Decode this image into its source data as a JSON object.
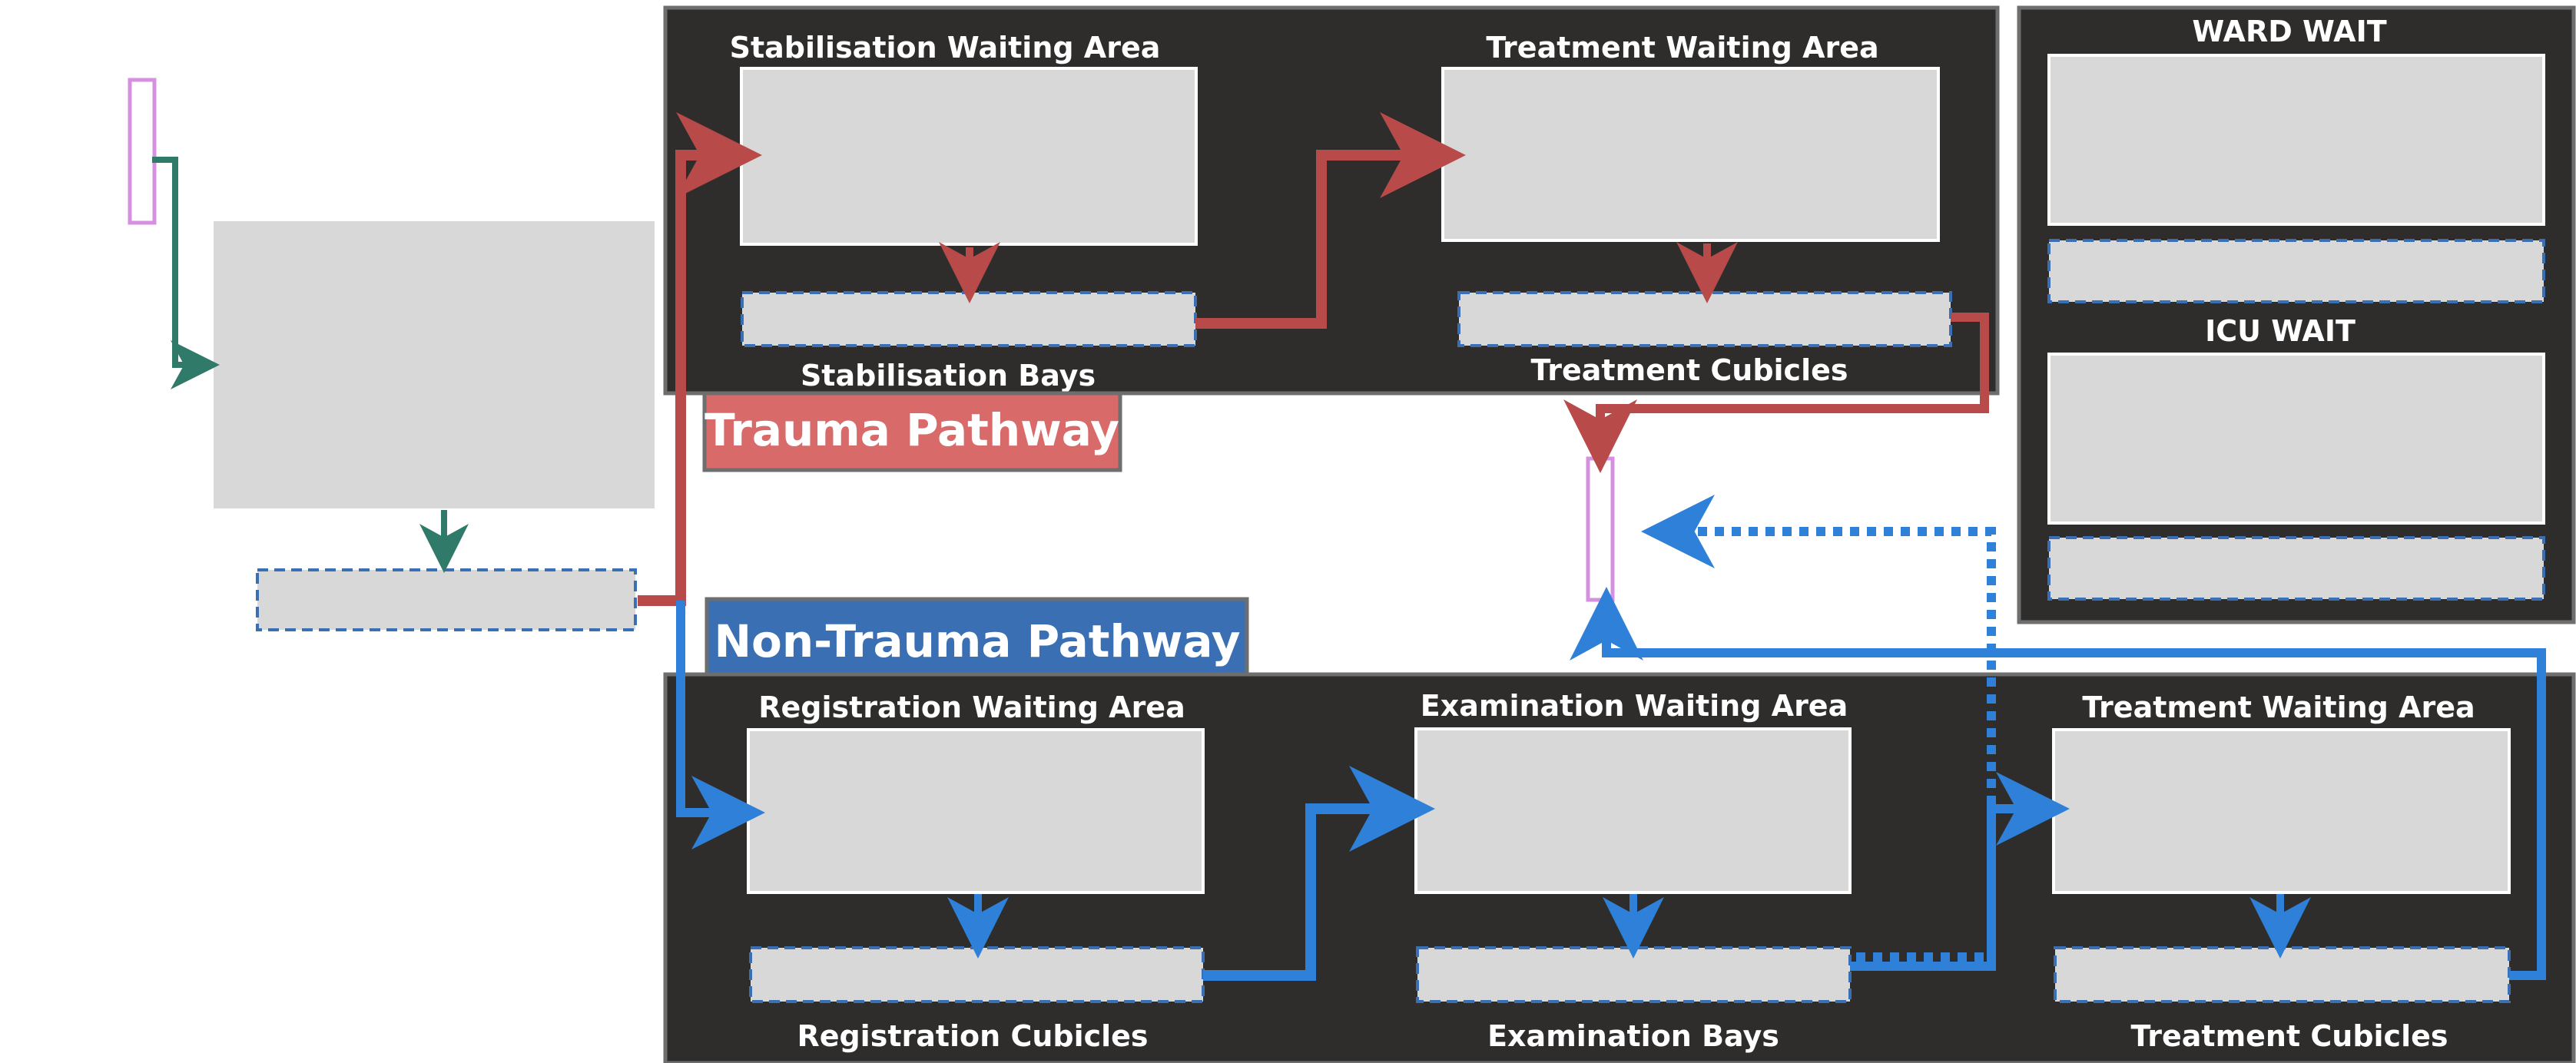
{
  "trauma": {
    "pathway_title": "Trauma Pathway",
    "stabilisation_waiting_area": "Stabilisation Waiting Area",
    "stabilisation_bays": "Stabilisation Bays",
    "treatment_waiting_area": "Treatment Waiting Area",
    "treatment_cubicles": "Treatment Cubicles"
  },
  "non_trauma": {
    "pathway_title": "Non-Trauma Pathway",
    "registration_waiting_area": "Registration Waiting Area",
    "registration_cubicles": "Registration Cubicles",
    "examination_waiting_area": "Examination Waiting Area",
    "examination_bays": "Examination Bays",
    "treatment_waiting_area": "Treatment Waiting Area",
    "treatment_cubicles": "Treatment Cubicles"
  },
  "wards": {
    "ward_wait": "WARD WAIT",
    "icu_wait": "ICU WAIT"
  },
  "colors": {
    "panel": "#2f2d2b",
    "box": "#d8d8d8",
    "trauma": "#b84a4a",
    "trauma_badge": "#d86a6a",
    "non_trauma": "#2f80d8",
    "non_trauma_badge": "#3a6fb4",
    "arrival": "#2f7a68",
    "marker": "#d690e0"
  }
}
